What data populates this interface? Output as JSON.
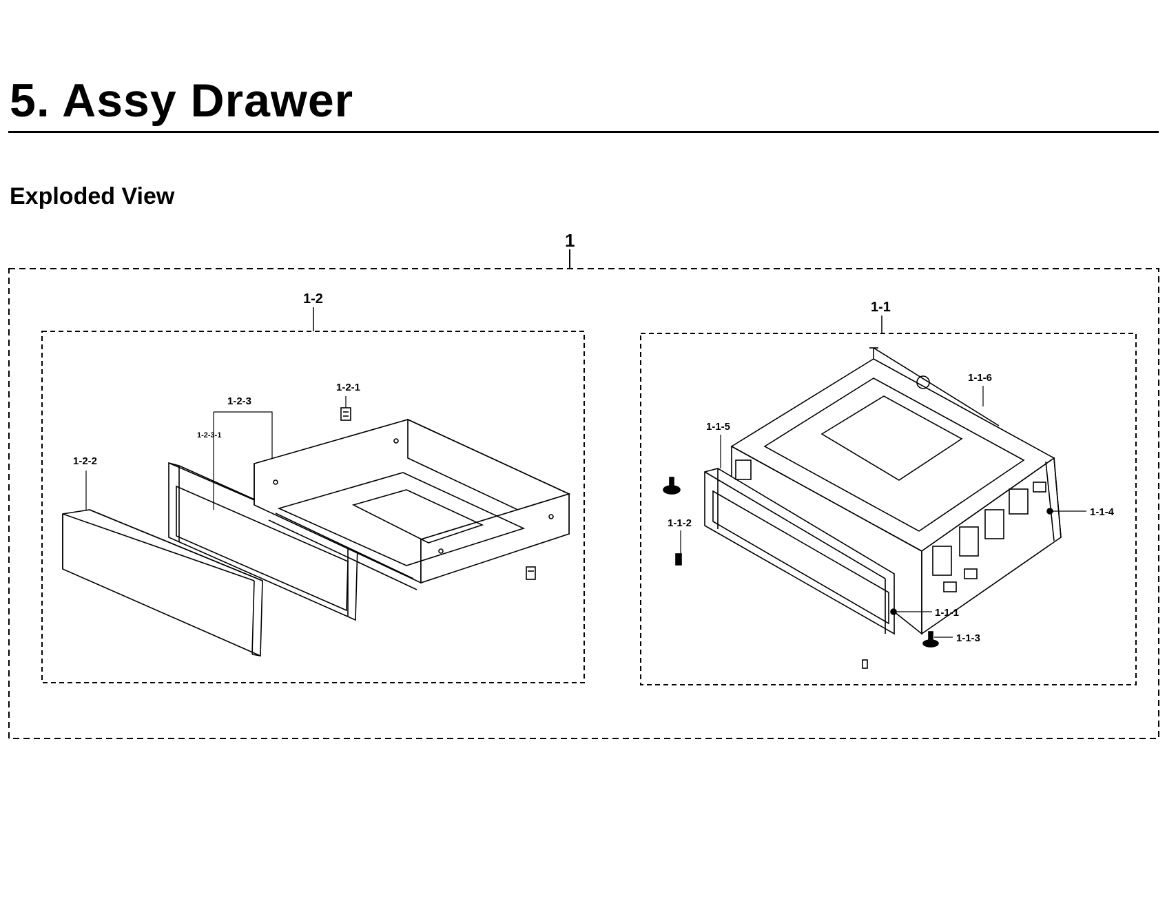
{
  "header": {
    "section_title": "5.  Assy Drawer",
    "subtitle": "Exploded View"
  },
  "callouts": {
    "c1": "1",
    "c1_1": "1-1",
    "c1_1_1": "1-1-1",
    "c1_1_2": "1-1-2",
    "c1_1_3": "1-1-3",
    "c1_1_4": "1-1-4",
    "c1_1_5": "1-1-5",
    "c1_1_6": "1-1-6",
    "c1_2": "1-2",
    "c1_2_1": "1-2-1",
    "c1_2_2": "1-2-2",
    "c1_2_3": "1-2-3",
    "c1_2_3_1": "1-2-3-1"
  }
}
